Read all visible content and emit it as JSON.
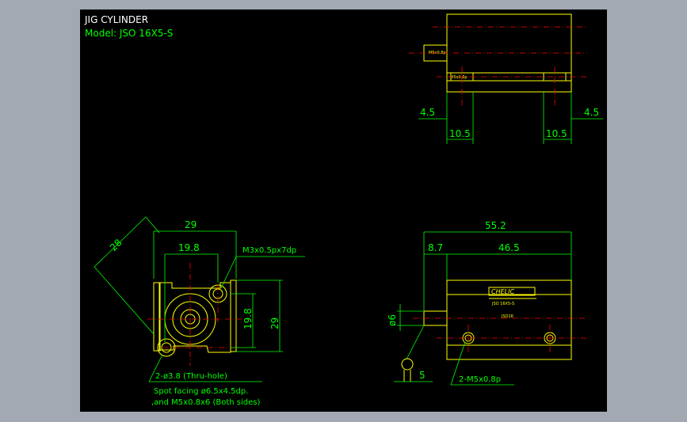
{
  "title": {
    "line1": "JIG CYLINDER",
    "line2": "Model:  JSO 16X5-S"
  },
  "top_view": {
    "dim_left": "4.5",
    "dim_right": "4.5",
    "dim_bottom_left": "10.5",
    "dim_bottom_right": "10.5"
  },
  "front_view": {
    "dim_width": "29",
    "dim_inner": "19.8",
    "dim_diag": "28",
    "dim_height": "29",
    "dim_height_inner": "19.8",
    "thread_note": "M3x0.5px7dp",
    "note1": "2-ø3.8 (Thru-hole)",
    "note2": "Spot facing ø6.5x4.5dp.",
    "note3": ",and M5x0.8x6 (Both sides)"
  },
  "side_view": {
    "dim_total": "55.2",
    "dim_rod": "8.7",
    "dim_body": "46.5",
    "dim_dia": "ø6",
    "dim_rod_end": "5",
    "port_note": "2-M5x0.8p",
    "brand": "CHELIC"
  },
  "colors": {
    "background": "#000000",
    "outline": "#ffff00",
    "dimension": "#00ff00",
    "centerline": "#ff0000",
    "title_text": "#ffffff",
    "frame": "#a2a9b3"
  }
}
